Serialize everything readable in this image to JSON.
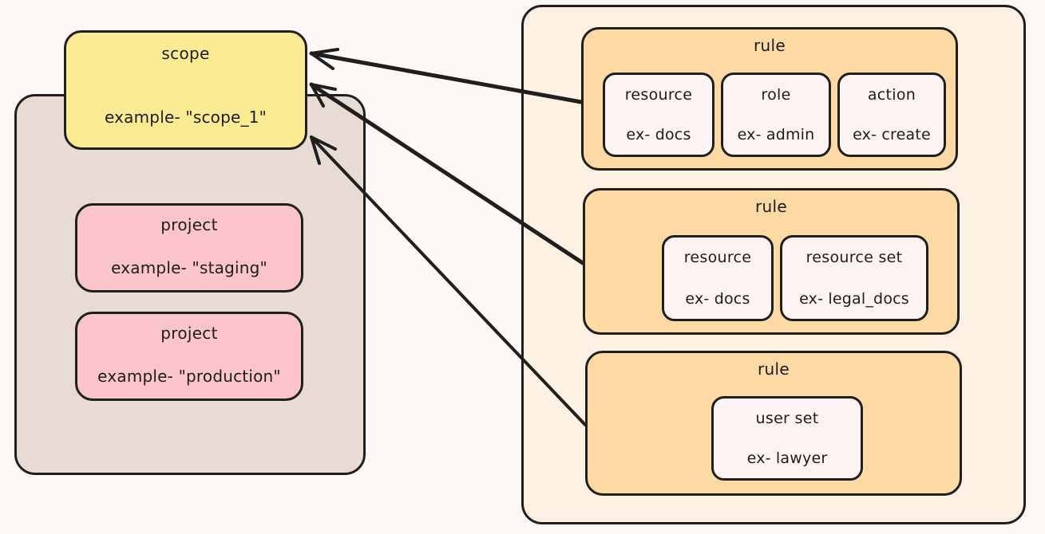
{
  "diagram": {
    "title": "scope-rules-authorization-diagram",
    "colors": {
      "background": "#fdf8f6",
      "scope_fill": "#fceb92",
      "project_fill": "#fcc5cb",
      "scope_group_fill": "#e7dbd4",
      "rules_group_fill": "#fdf1e3",
      "rule_fill": "#fdd9a4",
      "leaf_fill": "#fdf3f2",
      "stroke": "#1f1f1f"
    }
  },
  "left_group": {
    "name": "scope-group",
    "scope": {
      "title": "scope",
      "example": "example- \"scope_1\""
    },
    "projects": [
      {
        "title": "project",
        "example": "example- \"staging\""
      },
      {
        "title": "project",
        "example": "example- \"production\""
      }
    ]
  },
  "right_group": {
    "name": "rules-group",
    "rules": [
      {
        "title": "rule",
        "items": [
          {
            "title": "resource",
            "example": "ex- docs"
          },
          {
            "title": "role",
            "example": "ex- admin"
          },
          {
            "title": "action",
            "example": "ex- create"
          }
        ]
      },
      {
        "title": "rule",
        "items": [
          {
            "title": "resource",
            "example": "ex- docs"
          },
          {
            "title": "resource set",
            "example": "ex- legal_docs"
          }
        ]
      },
      {
        "title": "rule",
        "items": [
          {
            "title": "user set",
            "example": "ex- lawyer"
          }
        ]
      }
    ]
  },
  "edges": [
    {
      "name": "rule-1-to-scope",
      "from": "rule-1",
      "to": "scope"
    },
    {
      "name": "rule-2-to-scope",
      "from": "rule-2",
      "to": "scope"
    },
    {
      "name": "rule-3-to-scope",
      "from": "rule-3",
      "to": "scope"
    }
  ]
}
